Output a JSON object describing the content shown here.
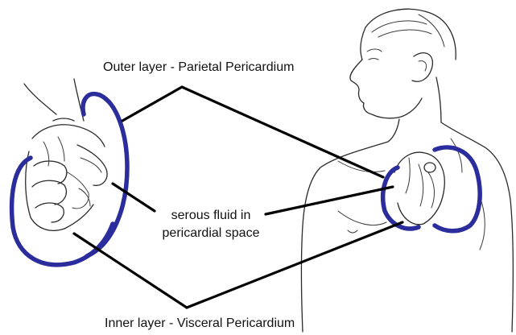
{
  "labels": {
    "outer": "Outer layer - Parietal Pericardium",
    "fluid_line1": "serous fluid in",
    "fluid_line2": "pericardial space",
    "inner": "Inner layer - Visceral Pericardium"
  },
  "colors": {
    "layer": "#2b2d9c",
    "pointer": "#000000",
    "sketch": "#2a2a2a",
    "background": "#ffffff"
  }
}
